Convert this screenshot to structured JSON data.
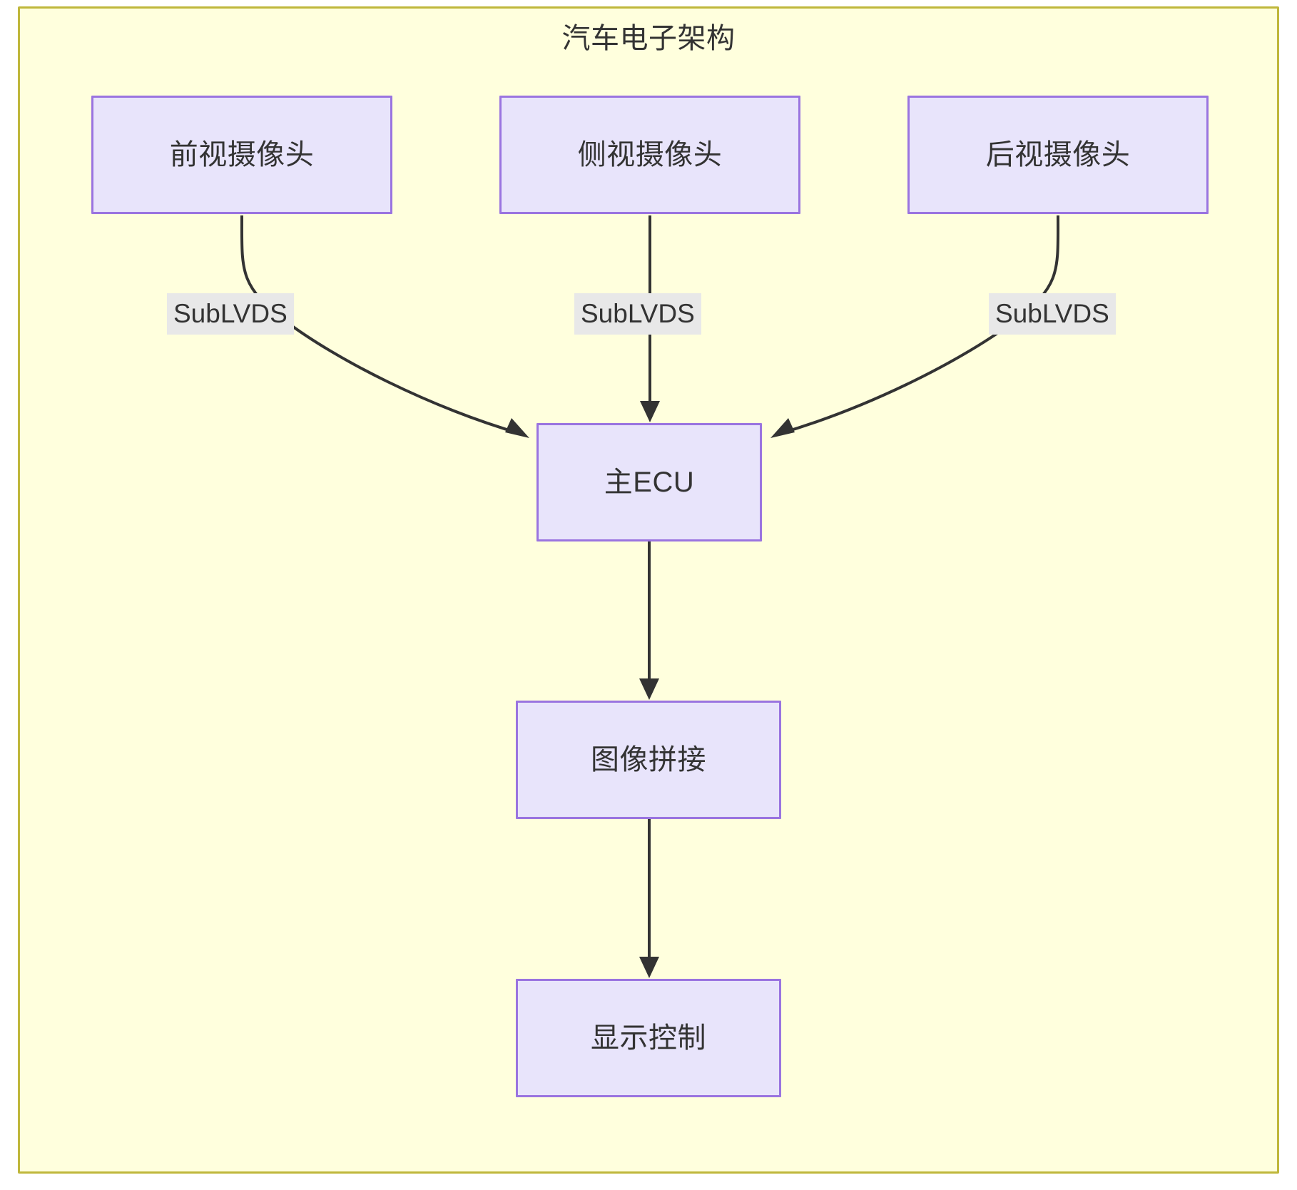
{
  "diagram": {
    "type": "flowchart",
    "direction": "top-down",
    "title": "汽车电子架构",
    "container": {
      "label": "汽车电子架构",
      "background_color": "#ffffdd",
      "border_color": "#bfb73b"
    },
    "theme": {
      "node_fill": "#e8e4fb",
      "node_stroke": "#9a74e0",
      "edge_color": "#333333",
      "edge_label_background": "#e8e8e8",
      "text_color": "#333333"
    },
    "nodes": [
      {
        "id": "front_camera",
        "label": "前视摄像头"
      },
      {
        "id": "side_camera",
        "label": "侧视摄像头"
      },
      {
        "id": "rear_camera",
        "label": "后视摄像头"
      },
      {
        "id": "main_ecu",
        "label": "主ECU"
      },
      {
        "id": "stitching",
        "label": "图像拼接"
      },
      {
        "id": "display",
        "label": "显示控制"
      }
    ],
    "edges": [
      {
        "from": "front_camera",
        "to": "main_ecu",
        "label": "SubLVDS",
        "arrow": "arrow-head"
      },
      {
        "from": "side_camera",
        "to": "main_ecu",
        "label": "SubLVDS",
        "arrow": "arrow-head"
      },
      {
        "from": "rear_camera",
        "to": "main_ecu",
        "label": "SubLVDS",
        "arrow": "arrow-head"
      },
      {
        "from": "main_ecu",
        "to": "stitching",
        "label": "",
        "arrow": "arrow-head"
      },
      {
        "from": "stitching",
        "to": "display",
        "label": "",
        "arrow": "arrow-head"
      }
    ]
  }
}
